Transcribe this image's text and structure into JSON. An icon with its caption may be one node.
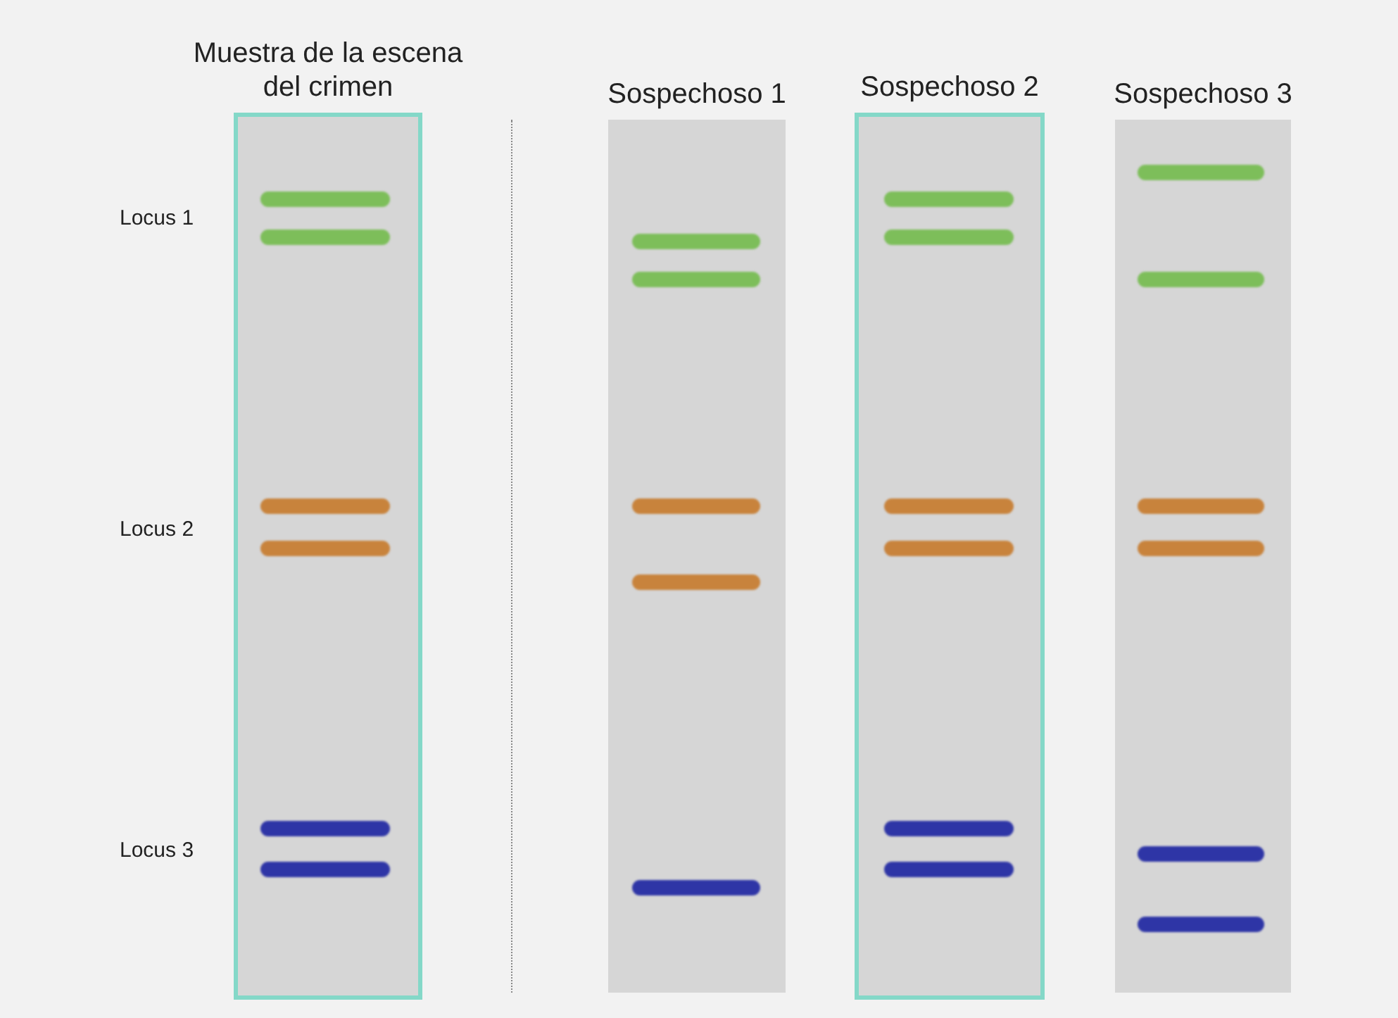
{
  "diagram": {
    "nodes": [
      {
        "text": [
          "Muestra de la escena del crimen"
        ]
      },
      {
        "text": [
          "Sospechoso 1"
        ]
      },
      {
        "text": [
          "Sospechoso 2"
        ]
      },
      {
        "text": [
          "Sospechoso 3"
        ]
      }
    ],
    "labels": [
      "Locus 1",
      "Locus 2",
      "Locus 3"
    ]
  }
}
